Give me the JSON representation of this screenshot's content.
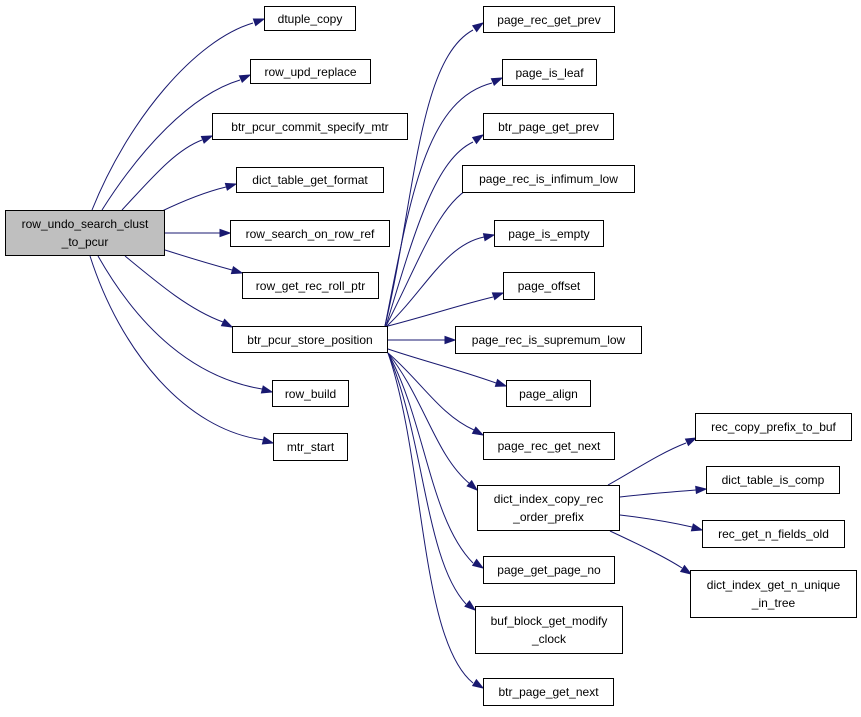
{
  "graph": {
    "edge_color": "#191970",
    "root_fill": "#bfbfbf",
    "node_fill": "#ffffff",
    "nodes": {
      "row_undo_search_clust_to_pcur": {
        "lines": [
          "row_undo_search_clust",
          "_to_pcur"
        ]
      },
      "dtuple_copy": {
        "lines": [
          "dtuple_copy"
        ]
      },
      "row_upd_replace": {
        "lines": [
          "row_upd_replace"
        ]
      },
      "btr_pcur_commit_specify_mtr": {
        "lines": [
          "btr_pcur_commit_specify_mtr"
        ]
      },
      "dict_table_get_format": {
        "lines": [
          "dict_table_get_format"
        ]
      },
      "row_search_on_row_ref": {
        "lines": [
          "row_search_on_row_ref"
        ]
      },
      "row_get_rec_roll_ptr": {
        "lines": [
          "row_get_rec_roll_ptr"
        ]
      },
      "btr_pcur_store_position": {
        "lines": [
          "btr_pcur_store_position"
        ]
      },
      "row_build": {
        "lines": [
          "row_build"
        ]
      },
      "mtr_start": {
        "lines": [
          "mtr_start"
        ]
      },
      "page_rec_get_prev": {
        "lines": [
          "page_rec_get_prev"
        ]
      },
      "page_is_leaf": {
        "lines": [
          "page_is_leaf"
        ]
      },
      "btr_page_get_prev": {
        "lines": [
          "btr_page_get_prev"
        ]
      },
      "page_rec_is_infimum_low": {
        "lines": [
          "page_rec_is_infimum_low"
        ]
      },
      "page_is_empty": {
        "lines": [
          "page_is_empty"
        ]
      },
      "page_offset": {
        "lines": [
          "page_offset"
        ]
      },
      "page_rec_is_supremum_low": {
        "lines": [
          "page_rec_is_supremum_low"
        ]
      },
      "page_align": {
        "lines": [
          "page_align"
        ]
      },
      "page_rec_get_next": {
        "lines": [
          "page_rec_get_next"
        ]
      },
      "dict_index_copy_rec_order_prefix": {
        "lines": [
          "dict_index_copy_rec",
          "_order_prefix"
        ]
      },
      "page_get_page_no": {
        "lines": [
          "page_get_page_no"
        ]
      },
      "buf_block_get_modify_clock": {
        "lines": [
          "buf_block_get_modify",
          "_clock"
        ]
      },
      "btr_page_get_next": {
        "lines": [
          "btr_page_get_next"
        ]
      },
      "rec_copy_prefix_to_buf": {
        "lines": [
          "rec_copy_prefix_to_buf"
        ]
      },
      "dict_table_is_comp": {
        "lines": [
          "dict_table_is_comp"
        ]
      },
      "rec_get_n_fields_old": {
        "lines": [
          "rec_get_n_fields_old"
        ]
      },
      "dict_index_get_n_unique_in_tree": {
        "lines": [
          "dict_index_get_n_unique",
          "_in_tree"
        ]
      }
    },
    "edges": [
      [
        "row_undo_search_clust_to_pcur",
        "dtuple_copy"
      ],
      [
        "row_undo_search_clust_to_pcur",
        "row_upd_replace"
      ],
      [
        "row_undo_search_clust_to_pcur",
        "btr_pcur_commit_specify_mtr"
      ],
      [
        "row_undo_search_clust_to_pcur",
        "dict_table_get_format"
      ],
      [
        "row_undo_search_clust_to_pcur",
        "row_search_on_row_ref"
      ],
      [
        "row_undo_search_clust_to_pcur",
        "row_get_rec_roll_ptr"
      ],
      [
        "row_undo_search_clust_to_pcur",
        "btr_pcur_store_position"
      ],
      [
        "row_undo_search_clust_to_pcur",
        "row_build"
      ],
      [
        "row_undo_search_clust_to_pcur",
        "mtr_start"
      ],
      [
        "btr_pcur_store_position",
        "page_rec_get_prev"
      ],
      [
        "btr_pcur_store_position",
        "page_is_leaf"
      ],
      [
        "btr_pcur_store_position",
        "btr_page_get_prev"
      ],
      [
        "btr_pcur_store_position",
        "page_rec_is_infimum_low"
      ],
      [
        "btr_pcur_store_position",
        "page_is_empty"
      ],
      [
        "btr_pcur_store_position",
        "page_offset"
      ],
      [
        "btr_pcur_store_position",
        "page_rec_is_supremum_low"
      ],
      [
        "btr_pcur_store_position",
        "page_align"
      ],
      [
        "btr_pcur_store_position",
        "page_rec_get_next"
      ],
      [
        "btr_pcur_store_position",
        "dict_index_copy_rec_order_prefix"
      ],
      [
        "btr_pcur_store_position",
        "page_get_page_no"
      ],
      [
        "btr_pcur_store_position",
        "buf_block_get_modify_clock"
      ],
      [
        "btr_pcur_store_position",
        "btr_page_get_next"
      ],
      [
        "dict_index_copy_rec_order_prefix",
        "rec_copy_prefix_to_buf"
      ],
      [
        "dict_index_copy_rec_order_prefix",
        "dict_table_is_comp"
      ],
      [
        "dict_index_copy_rec_order_prefix",
        "rec_get_n_fields_old"
      ],
      [
        "dict_index_copy_rec_order_prefix",
        "dict_index_get_n_unique_in_tree"
      ]
    ]
  }
}
